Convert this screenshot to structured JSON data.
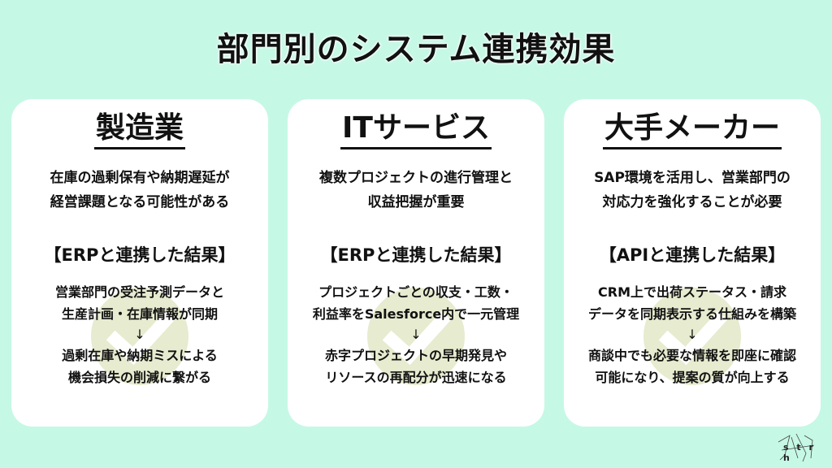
{
  "title": "部門別のシステム連携効果",
  "colors": {
    "background": "#c6f8e6",
    "card": "#ffffff",
    "watermark_circle": "#e7ebcf",
    "text": "#111111"
  },
  "cards": [
    {
      "heading": "製造業",
      "problem_lines": [
        "在庫の過剰保有や納期遅延が",
        "経営課題となる可能性がある"
      ],
      "result_heading": "【ERPと連携した結果】",
      "before_lines": [
        "営業部門の受注予測データと",
        "生産計画・在庫情報が同期"
      ],
      "arrow": "↓",
      "after_lines": [
        "過剰在庫や納期ミスによる",
        "機会損失の削減に繋がる"
      ],
      "watermark_icon": "checkmark-circle-icon"
    },
    {
      "heading": "ITサービス",
      "problem_lines": [
        "複数プロジェクトの進行管理と",
        "収益把握が重要"
      ],
      "result_heading": "【ERPと連携した結果】",
      "before_lines": [
        "プロジェクトごとの収支・工数・",
        "利益率をSalesforce内で一元管理"
      ],
      "arrow": "↓",
      "after_lines": [
        "赤字プロジェクトの早期発見や",
        "リソースの再配分が迅速になる"
      ],
      "watermark_icon": "checkmark-circle-icon"
    },
    {
      "heading": "大手メーカー",
      "problem_lines": [
        "SAP環境を活用し、営業部門の",
        "対応力を強化することが必要"
      ],
      "result_heading": "【APIと連携した結果】",
      "before_lines": [
        "CRM上で出荷ステータス・請求",
        "データを同期表示する仕組みを構築"
      ],
      "arrow": "↓",
      "after_lines": [
        "商談中でも必要な情報を即座に確認",
        "可能になり、提案の質が向上する"
      ],
      "watermark_icon": "checkmark-circle-icon"
    }
  ],
  "logo": {
    "text": "s t r h"
  }
}
